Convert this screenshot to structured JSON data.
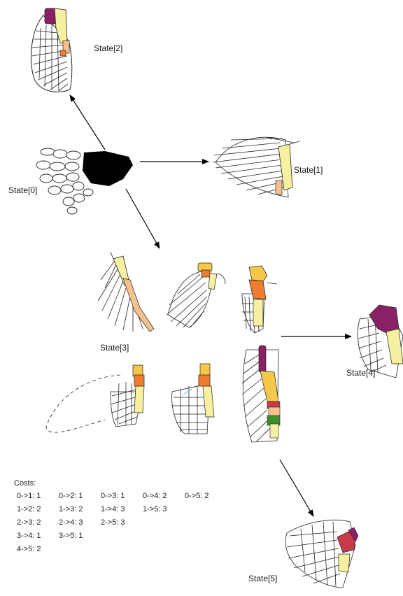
{
  "states": {
    "s0": "State[0]",
    "s1": "State[1]",
    "s2": "State[2]",
    "s3": "State[3]",
    "s4": "State[4]",
    "s5": "State[5]"
  },
  "costs": {
    "title": "Costs:",
    "rows": [
      [
        "0->1: 1",
        "0->2: 1",
        "0->3: 1",
        "0->4: 2",
        "0->5: 2"
      ],
      [
        "1->2: 2",
        "1->3: 2",
        "1->4: 3",
        "1->5: 3"
      ],
      [
        "2->3: 2",
        "2->4: 3",
        "2->5: 3"
      ],
      [
        "3->4: 1",
        "3->5: 1"
      ],
      [
        "4->5: 2"
      ]
    ]
  },
  "colors": {
    "black": "#000000",
    "cream": "#f6f0a0",
    "yellow": "#f5c84a",
    "orange": "#ee7d2e",
    "peach": "#f5c18f",
    "purple": "#8a2065",
    "red": "#c73a4a",
    "green": "#3d8f2e"
  }
}
